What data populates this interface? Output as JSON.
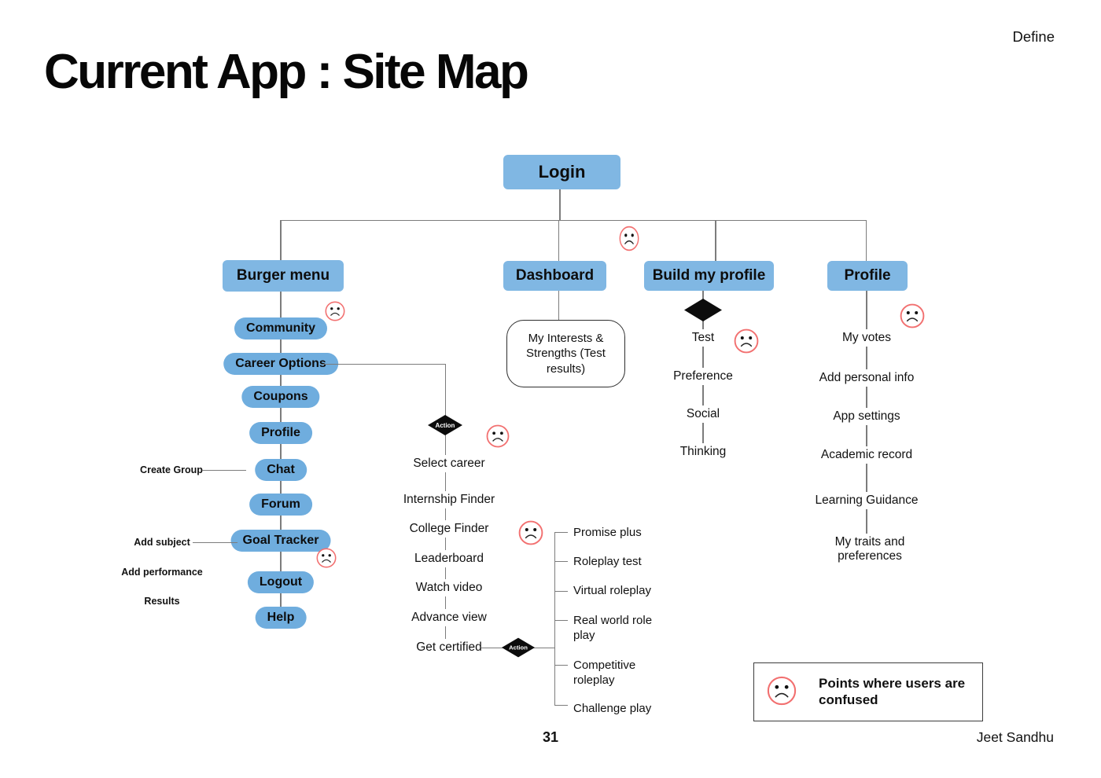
{
  "header": {
    "phase": "Define",
    "title": "Current App : Site Map"
  },
  "footer": {
    "page": "31",
    "author": "Jeet Sandhu"
  },
  "nodes": {
    "login": "Login",
    "burger_menu": "Burger menu",
    "dashboard": "Dashboard",
    "build_my_profile": "Build my profile",
    "profile": "Profile",
    "dashboard_child": "My Interests & Strengths (Test results)"
  },
  "action_label": "Action",
  "burger": {
    "items": [
      "Community",
      "Career Options",
      "Coupons",
      "Profile",
      "Chat",
      "Forum",
      "Goal Tracker",
      "Logout",
      "Help"
    ],
    "side_labels": [
      "Create Group",
      "Add subject",
      "Add performance",
      "Results"
    ]
  },
  "career": {
    "items": [
      "Select career",
      "Internship Finder",
      "College Finder",
      "Leaderboard",
      "Watch video",
      "Advance view",
      "Get certified"
    ]
  },
  "certified": {
    "items": [
      "Promise plus",
      "Roleplay test",
      "Virtual roleplay",
      "Real world role play",
      "Competitive roleplay",
      "Challenge play"
    ]
  },
  "build": {
    "items": [
      "Test",
      "Preference",
      "Social",
      "Thinking"
    ]
  },
  "profile_col": {
    "items": [
      "My votes",
      "Add personal info",
      "App settings",
      "Academic record",
      "Learning Guidance",
      "My traits and preferences"
    ]
  },
  "legend": {
    "text": "Points where users are confused"
  },
  "colors": {
    "node_blue": "#80b7e3",
    "pill_blue": "#6fadde",
    "line_gray": "#7c7c7c",
    "confused_red": "#f27070",
    "action_black": "#0c0c0c"
  }
}
